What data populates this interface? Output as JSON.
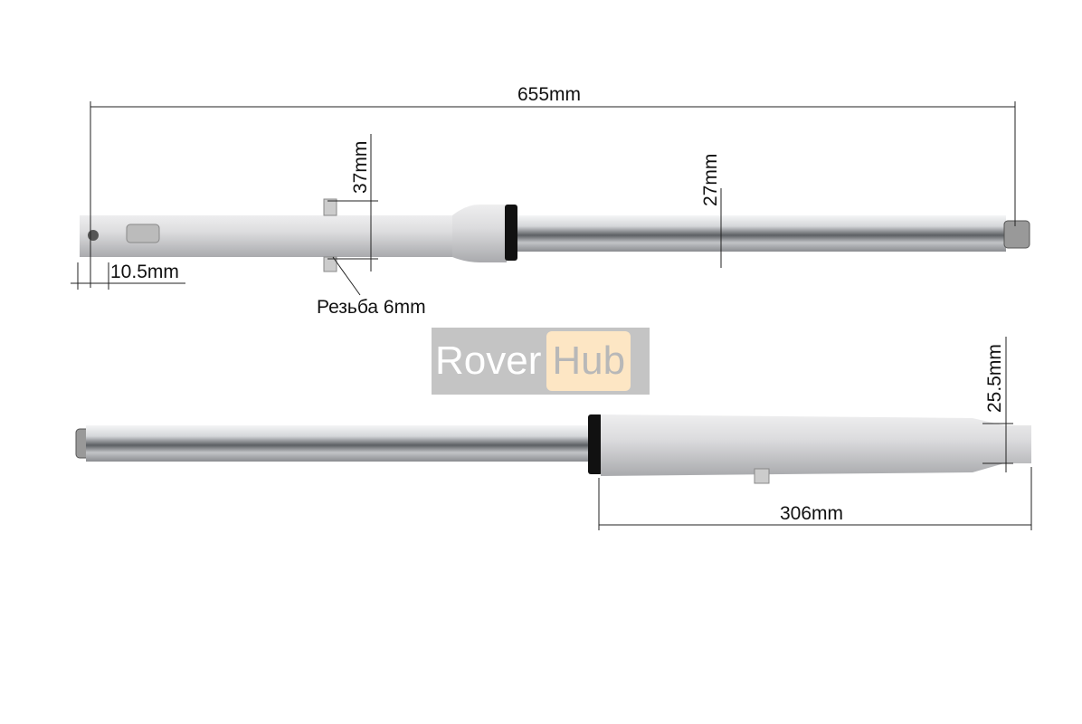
{
  "dimensions": {
    "total_length": "655mm",
    "body_diameter": "37mm",
    "tube_diameter": "27mm",
    "slot_width": "10.5mm",
    "thread": "Резьба 6mm",
    "end_diameter": "25.5mm",
    "body_length": "306mm"
  },
  "watermark": {
    "part1": "Rover",
    "part2": "Hub"
  },
  "colors": {
    "aluminium": "#d8d8da",
    "chrome": "#c9ccd0",
    "seal": "#111111",
    "watermark_bg": "#c4c4c4",
    "watermark_accent": "#fde6c4"
  }
}
